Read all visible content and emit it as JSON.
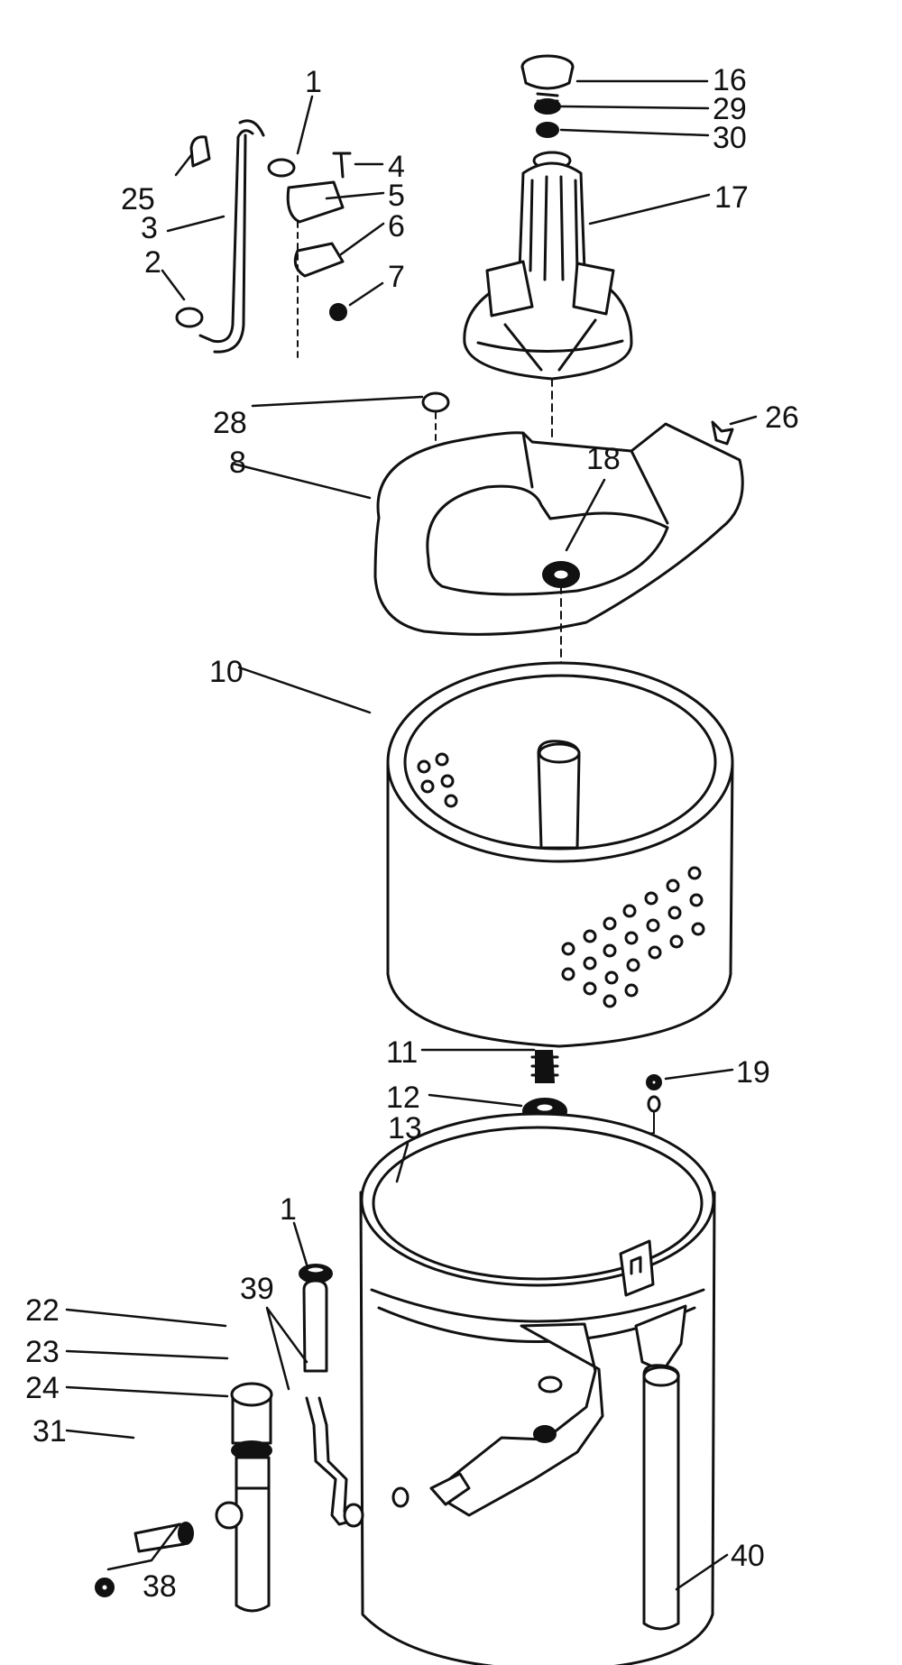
{
  "diagram": {
    "parts": [
      {
        "id": "p1a",
        "label": "1"
      },
      {
        "id": "p2",
        "label": "2"
      },
      {
        "id": "p3",
        "label": "3"
      },
      {
        "id": "p4",
        "label": "4"
      },
      {
        "id": "p5",
        "label": "5"
      },
      {
        "id": "p6",
        "label": "6"
      },
      {
        "id": "p7",
        "label": "7"
      },
      {
        "id": "p8",
        "label": "8"
      },
      {
        "id": "p10",
        "label": "10"
      },
      {
        "id": "p11",
        "label": "11"
      },
      {
        "id": "p12",
        "label": "12"
      },
      {
        "id": "p13",
        "label": "13"
      },
      {
        "id": "p16",
        "label": "16"
      },
      {
        "id": "p17",
        "label": "17"
      },
      {
        "id": "p18",
        "label": "18"
      },
      {
        "id": "p19",
        "label": "19"
      },
      {
        "id": "p22",
        "label": "22"
      },
      {
        "id": "p23",
        "label": "23"
      },
      {
        "id": "p24",
        "label": "24"
      },
      {
        "id": "p25",
        "label": "25"
      },
      {
        "id": "p26",
        "label": "26"
      },
      {
        "id": "p28",
        "label": "28"
      },
      {
        "id": "p29",
        "label": "29"
      },
      {
        "id": "p30",
        "label": "30"
      },
      {
        "id": "p31",
        "label": "31"
      },
      {
        "id": "p38",
        "label": "38"
      },
      {
        "id": "p39",
        "label": "39"
      },
      {
        "id": "p40",
        "label": "40"
      },
      {
        "id": "p1b",
        "label": "1"
      }
    ]
  }
}
